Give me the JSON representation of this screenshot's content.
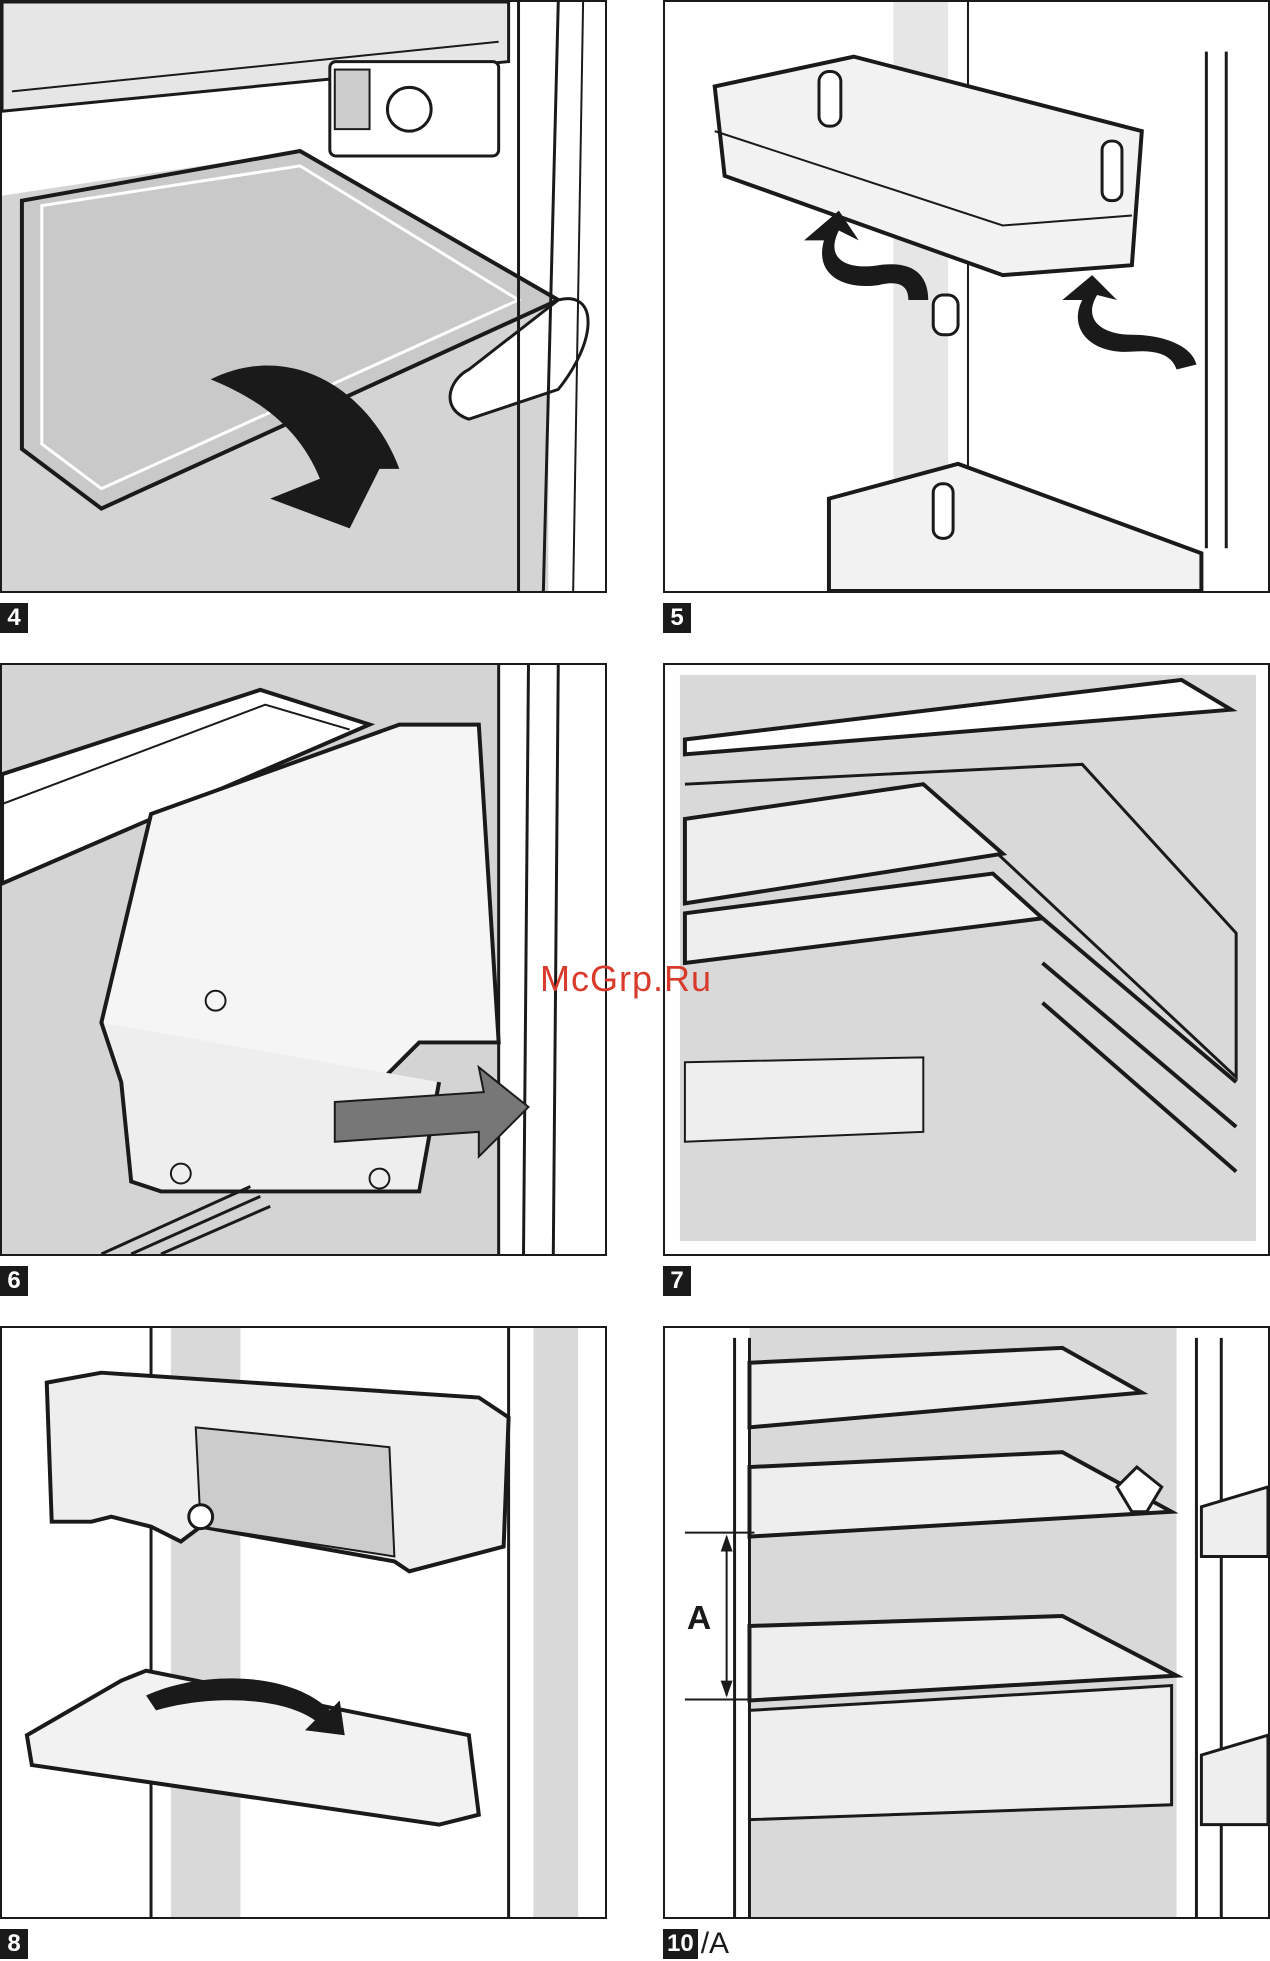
{
  "figures": [
    {
      "id": "4",
      "suffix": ""
    },
    {
      "id": "5",
      "suffix": ""
    },
    {
      "id": "6",
      "suffix": ""
    },
    {
      "id": "7",
      "suffix": ""
    },
    {
      "id": "8",
      "suffix": ""
    },
    {
      "id": "10",
      "suffix": "/A"
    }
  ],
  "dimension_label": "A",
  "watermark": "McGrp.Ru",
  "colors": {
    "line": "#1a1a1a",
    "gray": "#d9d9d9",
    "light": "#eeeeee",
    "watermark": "#d83a2c"
  }
}
